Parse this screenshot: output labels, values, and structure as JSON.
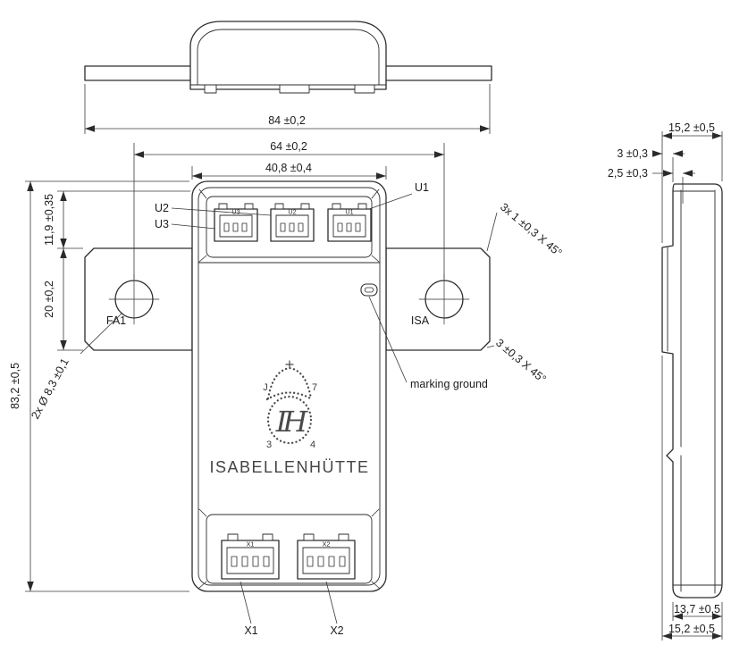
{
  "drawing": {
    "brand": "ISABELLENHÜTTE",
    "emblem": {
      "monogram": "IH",
      "marks": {
        "tl": "J",
        "tr": "7",
        "bl": "3",
        "br": "4"
      }
    },
    "dims": {
      "width_overall": "84 ±0,2",
      "width_holes": "64 ±0,2",
      "width_top": "40,8 ±0,4",
      "height_top": "11,9 ±0,35",
      "height_busbar": "20 ±0,2",
      "height_overall": "83,2 ±0,5",
      "hole_note": "2x Ø 8,3 ±0,1",
      "chamfer_top": "3x 1 ±0,3 X 45°",
      "chamfer_right": "3 ±0,3 X 45°",
      "side_width_top": "15,2 ±0,5",
      "side_step1": "3 ±0,3",
      "side_step2": "2,5 ±0,3",
      "side_width_inner": "13,7 ±0,5",
      "side_width_bottom": "15,2 ±0,5"
    },
    "labels": {
      "u1": "U1",
      "u2": "U2",
      "u3": "U3",
      "x1": "X1",
      "x2": "X2",
      "fa1": "FA1",
      "isa": "ISA",
      "marking_ground": "marking ground"
    }
  }
}
